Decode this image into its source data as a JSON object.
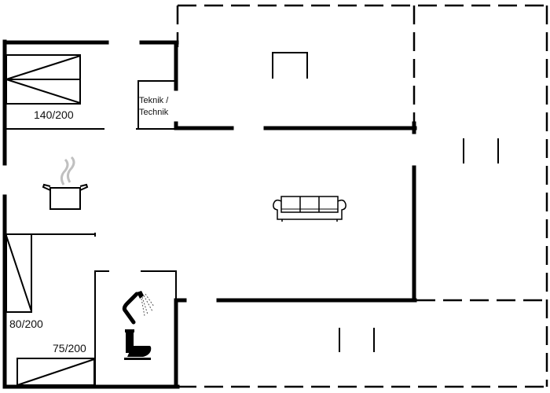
{
  "diagram": {
    "type": "floor-plan",
    "colors": {
      "wall": "#000000",
      "background": "#ffffff",
      "steam": "#bdbdbd"
    },
    "rooms": [
      {
        "id": "bedroom-1",
        "bed_label": "140/200"
      },
      {
        "id": "technik",
        "label_line1": "Teknik /",
        "label_line2": "Technik"
      },
      {
        "id": "kitchen",
        "icon": "cooking-pot-icon"
      },
      {
        "id": "living-room",
        "icon": "sofa-icon"
      },
      {
        "id": "bedroom-2",
        "bed_label_1": "80/200",
        "bed_label_2": "75/200"
      },
      {
        "id": "bathroom",
        "icons": [
          "shower-icon",
          "toilet-icon"
        ]
      },
      {
        "id": "terrace-top",
        "style": "dashed"
      },
      {
        "id": "terrace-right",
        "style": "dashed"
      },
      {
        "id": "terrace-bottom",
        "style": "dashed"
      }
    ]
  }
}
